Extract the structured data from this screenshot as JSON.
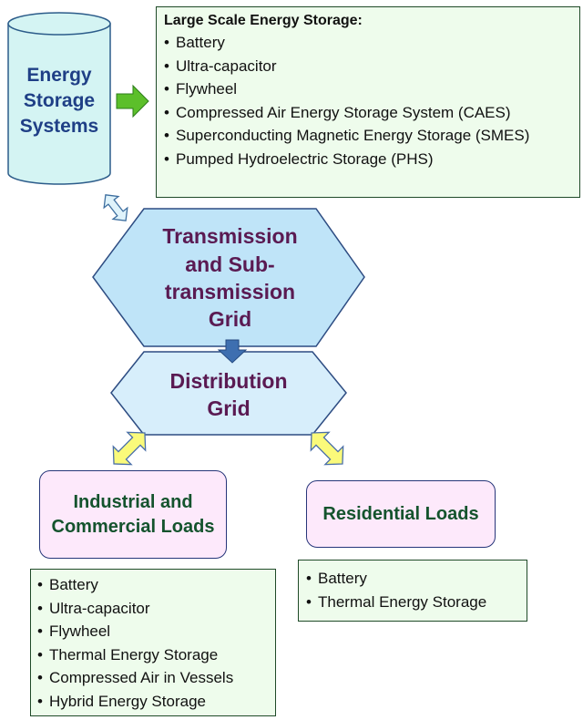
{
  "ess": {
    "lines": [
      "Energy",
      "Storage",
      "Systems"
    ]
  },
  "large_scale": {
    "title": "Large Scale Energy Storage:",
    "items": [
      "Battery",
      "Ultra-capacitor",
      "Flywheel",
      "Compressed Air Energy Storage System (CAES)",
      "Superconducting Magnetic Energy  Storage (SMES)",
      "Pumped Hydroelectric Storage (PHS)"
    ]
  },
  "transmission": {
    "lines": [
      "Transmission",
      "and Sub-",
      "transmission",
      "Grid"
    ]
  },
  "distribution": {
    "lines": [
      "Distribution",
      "Grid"
    ]
  },
  "industrial": {
    "lines": [
      "Industrial and",
      "Commercial",
      "Loads"
    ]
  },
  "residential": {
    "lines": [
      "Residential",
      "Loads"
    ]
  },
  "industrial_storage": {
    "items": [
      "Battery",
      "Ultra-capacitor",
      "Flywheel",
      "Thermal Energy Storage",
      "Compressed Air in Vessels",
      "Hybrid Energy Storage"
    ]
  },
  "residential_storage": {
    "items": [
      "Battery",
      "Thermal Energy Storage"
    ]
  },
  "colors": {
    "cylinder_fill": "#d4f4f3",
    "cylinder_text": "#1f3f86",
    "grid_fill": "#bfe4f8",
    "grid_text": "#5a1a52",
    "load_fill": "#fde9fb",
    "load_text": "#14532d",
    "list_fill": "#eefcec",
    "arrow_green": "#5cbf2a",
    "arrow_yellow": "#fafa7a",
    "arrow_blue": "#3e6fb0"
  }
}
